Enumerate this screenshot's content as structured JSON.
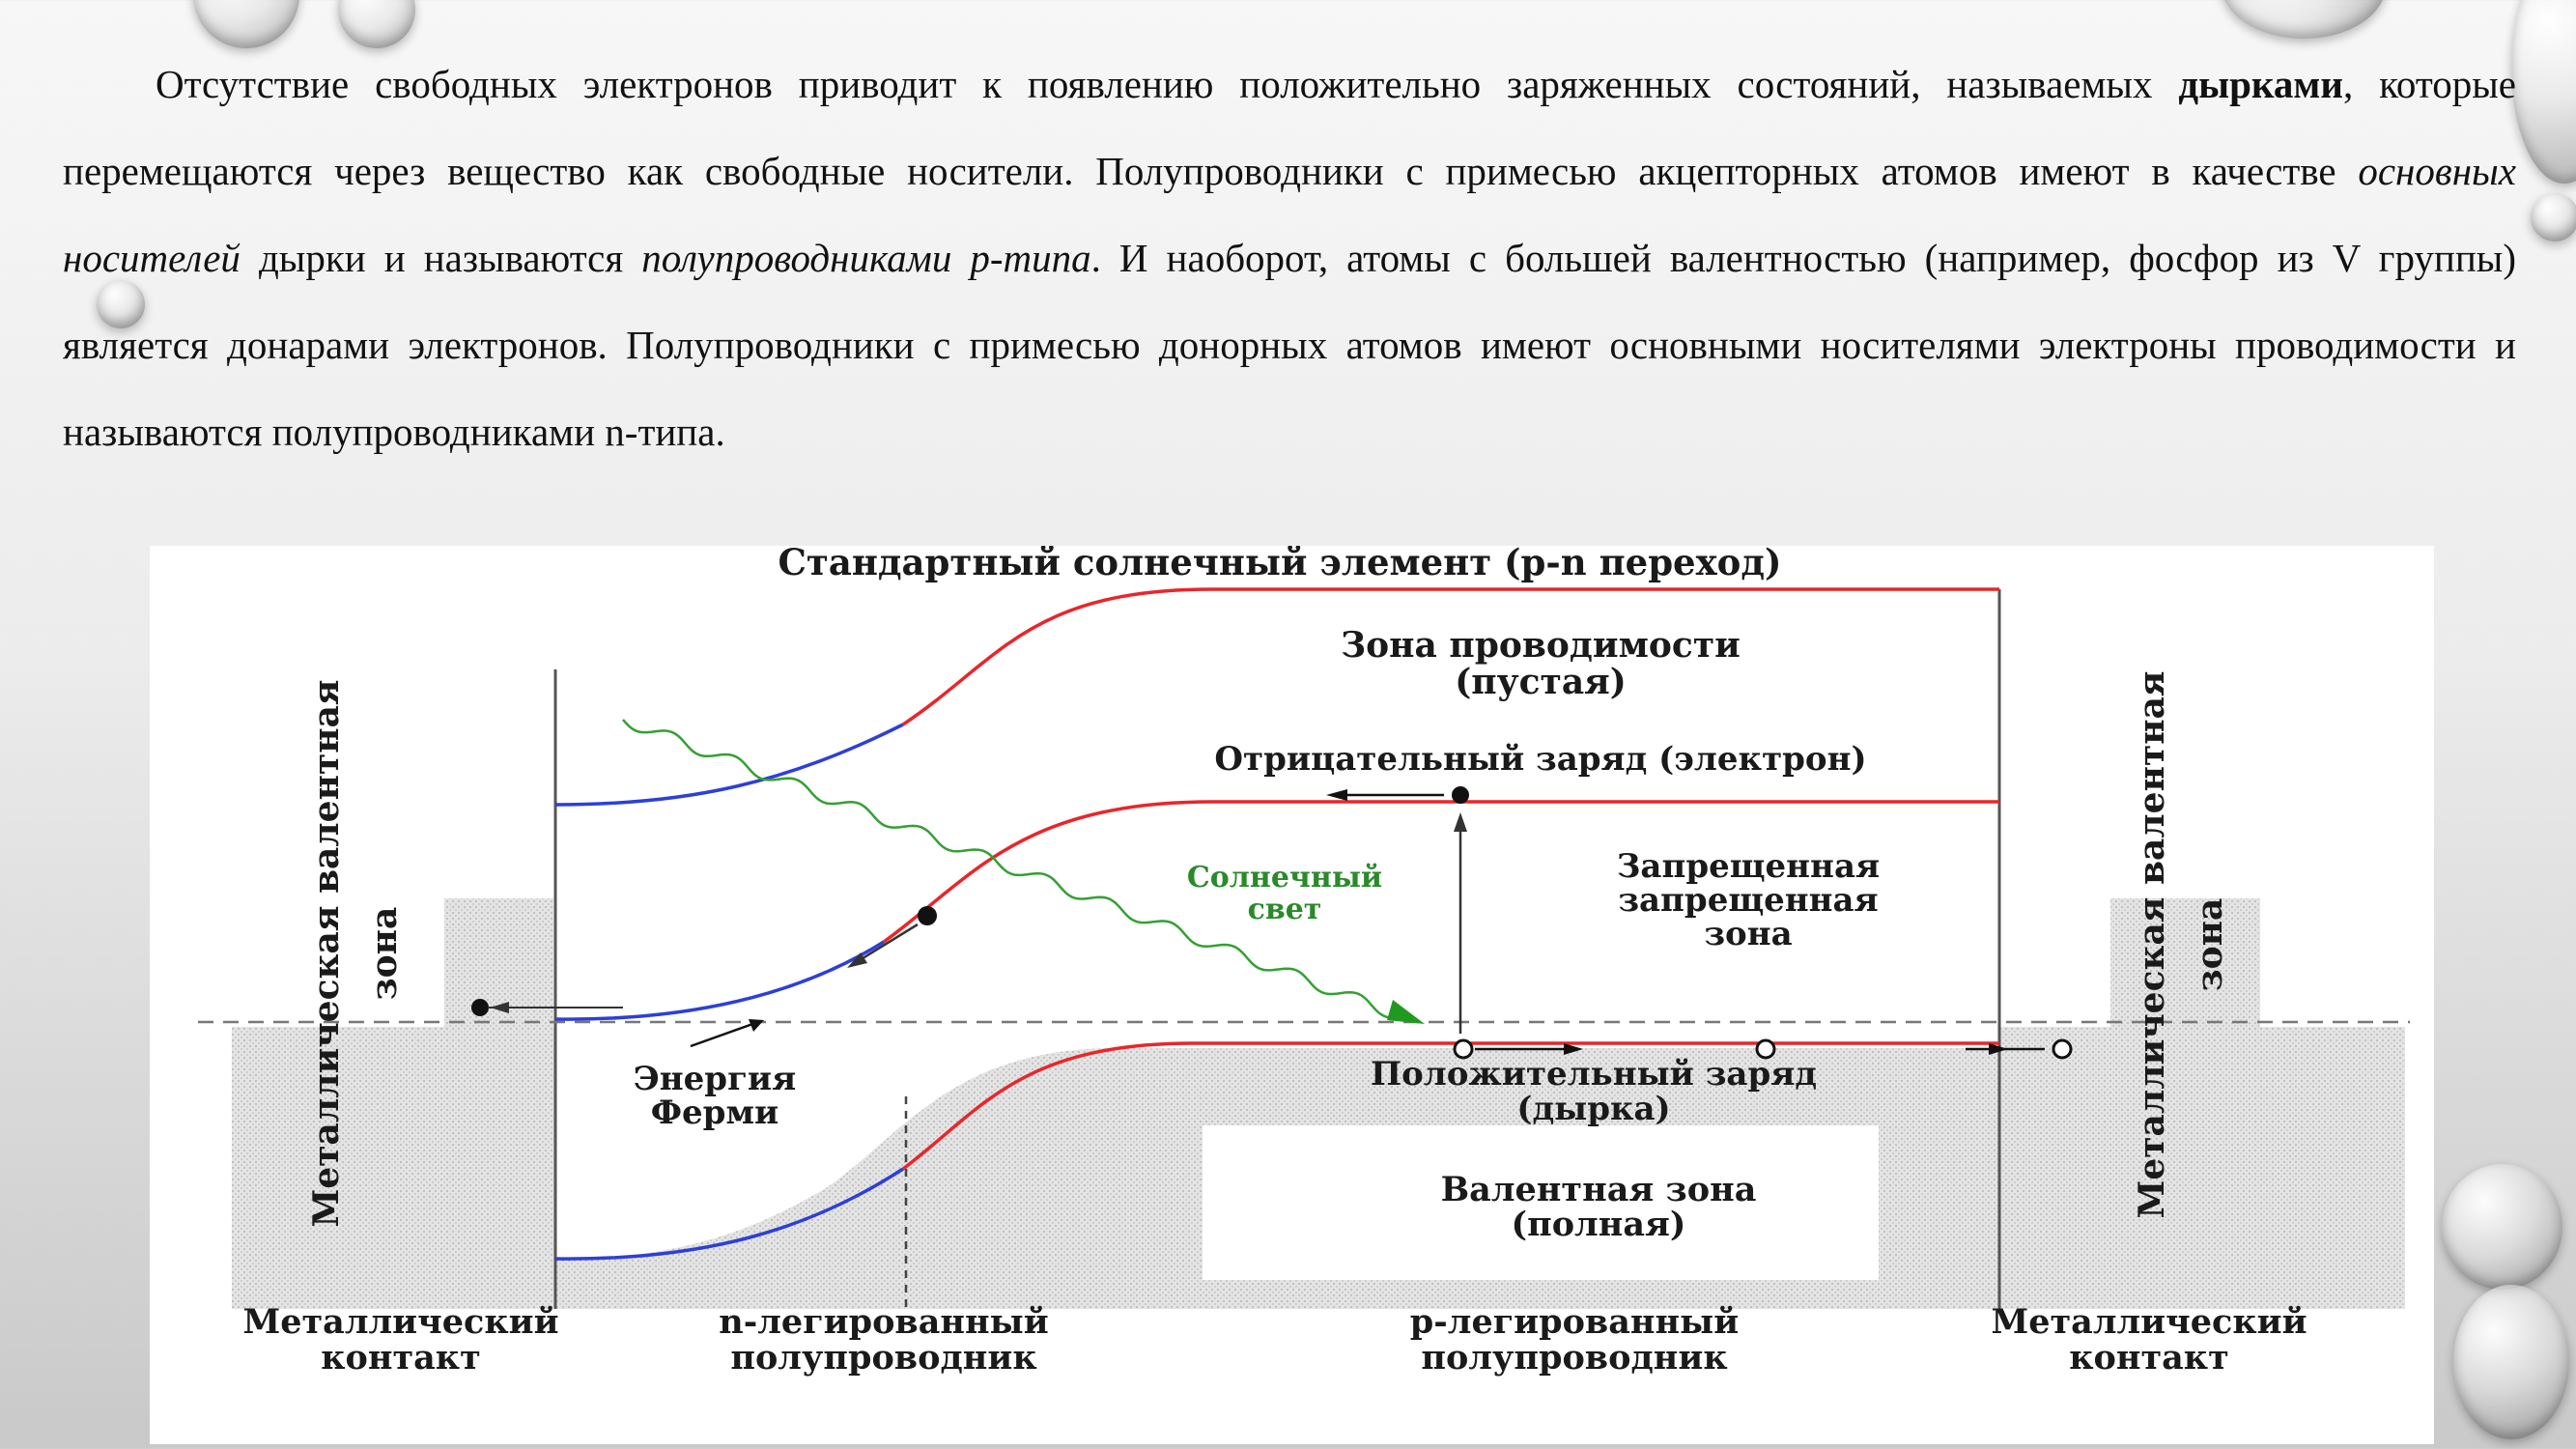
{
  "paragraph": {
    "s1": "Отсутствие свободных электронов приводит к появлению положительно заряженных состояний, называемых ",
    "bold1": "дырками",
    "s2": ", которые перемещаются через вещество как свободные носители. Полупроводники с примесью акцепторных атомов имеют в качестве ",
    "italic1": "основных носителей",
    "s3": " дырки и называются ",
    "italic2": "полупроводниками p-типа",
    "s4": ". И наоборот, атомы с большей валентностью (например, фосфор из V группы) является донарами электронов. Полупроводники с примесью донорных атомов имеют основными носителями электроны проводимости и называются полупроводниками n-типа."
  },
  "diagram": {
    "title": "Стандартный солнечный элемент (p-n переход)",
    "conduction_band": [
      "Зона проводимости",
      "(пустая)"
    ],
    "negative_charge": "Отрицательный заряд (электрон)",
    "band_gap": [
      "Запрещенная",
      "запрещенная",
      "зона"
    ],
    "sunlight": [
      "Солнечный",
      "свет"
    ],
    "fermi_energy": [
      "Энергия",
      "Ферми"
    ],
    "positive_charge": [
      "Положительный заряд",
      "(дырка)"
    ],
    "valence_band": [
      "Валентная зона",
      "(полная)"
    ],
    "metal_valence_left": [
      "Металлическая валентная",
      "зона"
    ],
    "metal_valence_right": [
      "Металлическая валентная",
      "зона"
    ],
    "metal_contact_left": [
      "Металлический",
      "контакт"
    ],
    "n_semiconductor": [
      "n-легированный",
      "полупроводник"
    ],
    "p_semiconductor": [
      "p-легированный",
      "полупроводник"
    ],
    "metal_contact_right": [
      "Металлический",
      "контакт"
    ],
    "colors": {
      "red": "#e8262a",
      "blue": "#2e3fd6",
      "green": "#33a033",
      "gray": "#dcdcdc"
    }
  }
}
